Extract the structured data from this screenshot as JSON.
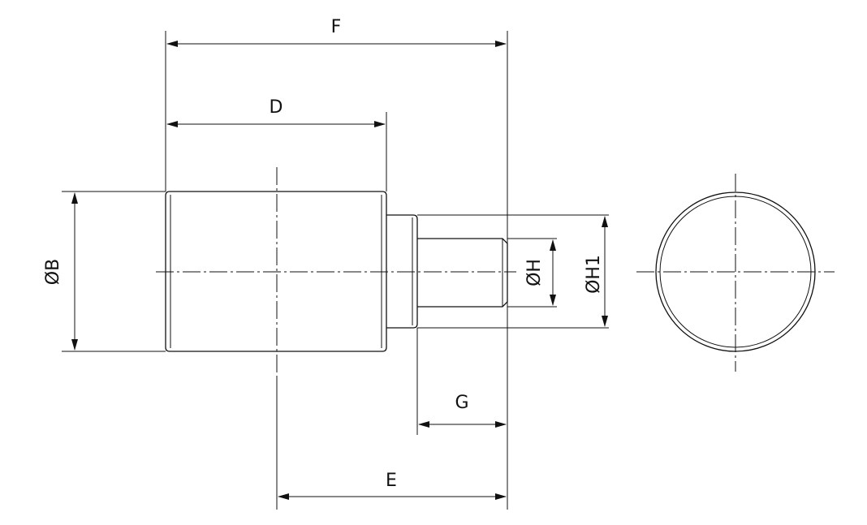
{
  "labels": {
    "F": "F",
    "D": "D",
    "B": "ØB",
    "H": "ØH",
    "H1": "ØH1",
    "G": "G",
    "E": "E"
  }
}
